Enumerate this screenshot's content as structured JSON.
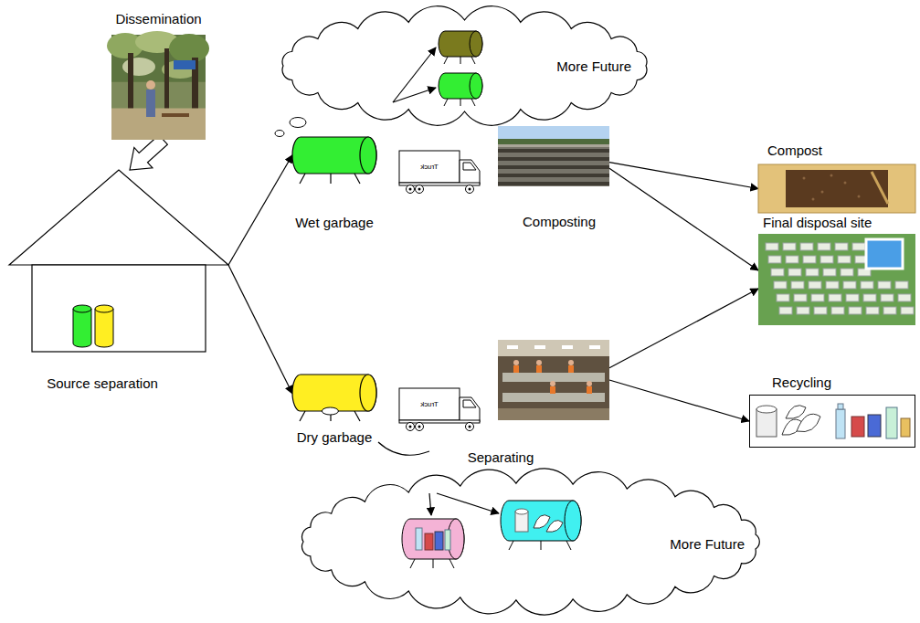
{
  "diagram": {
    "nodes": [
      {
        "text": [
          "Dissemination"
        ]
      },
      {
        "text": [
          "More Future"
        ]
      },
      {
        "text": [
          "Source separation"
        ]
      },
      {
        "text": [
          "Wet garbage"
        ]
      },
      {
        "text": [
          "Composting"
        ]
      },
      {
        "text": [
          "Compost"
        ]
      },
      {
        "text": [
          "Final disposal site"
        ]
      },
      {
        "text": [
          "Recycling"
        ]
      },
      {
        "text": [
          "Dry garbage"
        ]
      },
      {
        "text": [
          "Separating"
        ]
      },
      {
        "text": [
          "More Future"
        ]
      }
    ],
    "edges": [
      {
        "from": 0,
        "to": 2,
        "arrow": "to"
      },
      {
        "from": 2,
        "to": 3,
        "arrow": "to"
      },
      {
        "from": 2,
        "to": 8,
        "arrow": "to"
      },
      {
        "from": 4,
        "to": 5,
        "arrow": "to"
      },
      {
        "from": 4,
        "to": 6,
        "arrow": "to"
      },
      {
        "from": 9,
        "to": 6,
        "arrow": "to"
      },
      {
        "from": 9,
        "to": 7,
        "arrow": "to"
      }
    ],
    "labels": [
      "Truck",
      "Truck"
    ]
  }
}
